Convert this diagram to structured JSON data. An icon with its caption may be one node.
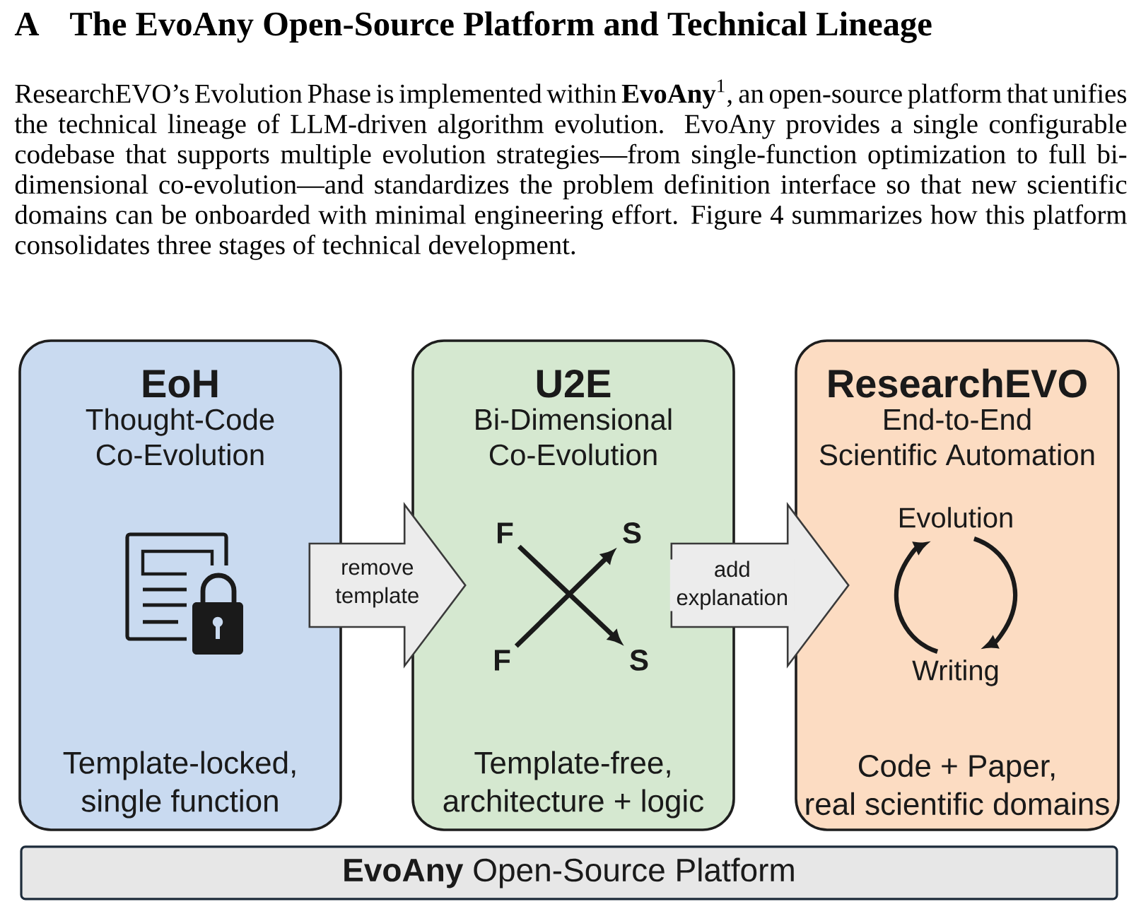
{
  "diagram": {
    "title": "The EvoAny Open-Source Platform and Technical Lineage",
    "nodes": [
      {
        "text": [
          "EoH",
          "Thought-Code Co-Evolution",
          "Template-locked, single function"
        ]
      },
      {
        "text": [
          "U2E",
          "Bi-Dimensional Co-Evolution",
          "Template-free, architecture + logic"
        ]
      },
      {
        "text": [
          "F"
        ],
        "in": 1
      },
      {
        "text": [
          "S"
        ],
        "in": 1
      },
      {
        "text": [
          "F"
        ],
        "in": 1
      },
      {
        "text": [
          "S"
        ],
        "in": 1
      },
      {
        "text": [
          "ResearchEVO",
          "End-to-End Scientific Automation",
          "Code + Paper, real scientific domains"
        ]
      },
      {
        "text": [
          "Evolution"
        ],
        "in": 6
      },
      {
        "text": [
          "Writing"
        ],
        "in": 6
      },
      {
        "text": [
          "**EvoAny** Open-Source Platform"
        ]
      }
    ],
    "edges": [
      {
        "from": 0,
        "to": 1,
        "arrow": "to",
        "label": "remove template"
      },
      {
        "from": 1,
        "to": 6,
        "arrow": "to",
        "label": "add explanation"
      },
      {
        "from": 2,
        "to": 5,
        "arrow": "to"
      },
      {
        "from": 4,
        "to": 3,
        "arrow": "to"
      },
      {
        "from": 7,
        "to": 8,
        "arrow": "to"
      },
      {
        "from": 8,
        "to": 7,
        "arrow": "to"
      }
    ],
    "labels": [
      "A",
      "ResearchEVO’s Evolution Phase is implemented within **EvoAny**$^{1}$, an open-source platform that unifies the technical lineage of LLM-driven algorithm evolution. EvoAny provides a single configurable codebase that supports multiple evolution strategies—from single-function optimization to full bi-dimensional co-evolution—and standardizes the problem definition interface so that new scientific domains can be onboarded with minimal engineering effort. Figure 4 summarizes how this platform consolidates three stages of technical development."
    ]
  }
}
